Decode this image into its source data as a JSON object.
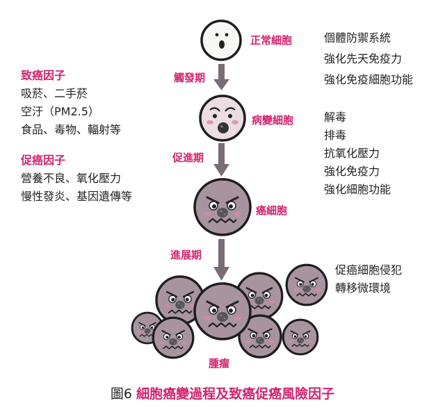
{
  "stages": {
    "normal": "正常細胞",
    "lesion": "病變細胞",
    "cancer": "癌細胞",
    "tumor": "腫瘤"
  },
  "phases": {
    "initiation": "觸發期",
    "promotion": "促進期",
    "progression": "進展期"
  },
  "left": {
    "carcinogens": {
      "title": "致癌因子",
      "lines": [
        "吸菸、二手菸",
        "空汙（PM2.5）",
        "食品、毒物、輻射等"
      ]
    },
    "promoters": {
      "title": "促癌因子",
      "lines": [
        "營養不良、氧化壓力",
        "慢性發炎、基因遺傳等"
      ]
    }
  },
  "right": {
    "defense": [
      "個體防禦系統",
      "強化先天免疫力",
      "強化免疫細胞功能"
    ],
    "counter": [
      "解毒",
      "排毒",
      "抗氧化壓力",
      "強化免疫力",
      "強化細胞功能"
    ],
    "invasion": [
      "促癌細胞侵犯",
      "轉移微環境"
    ]
  },
  "caption": {
    "prefix": "圖6",
    "title": "細胞癌變過程及致癌促癌風險因子"
  },
  "colors": {
    "accent": "#d0246e",
    "arrow": "#7a6b77",
    "normal_cell": "#f7f7f5",
    "lesion_cell": "#ecdde3",
    "cancer_cell": "#a8949f"
  }
}
